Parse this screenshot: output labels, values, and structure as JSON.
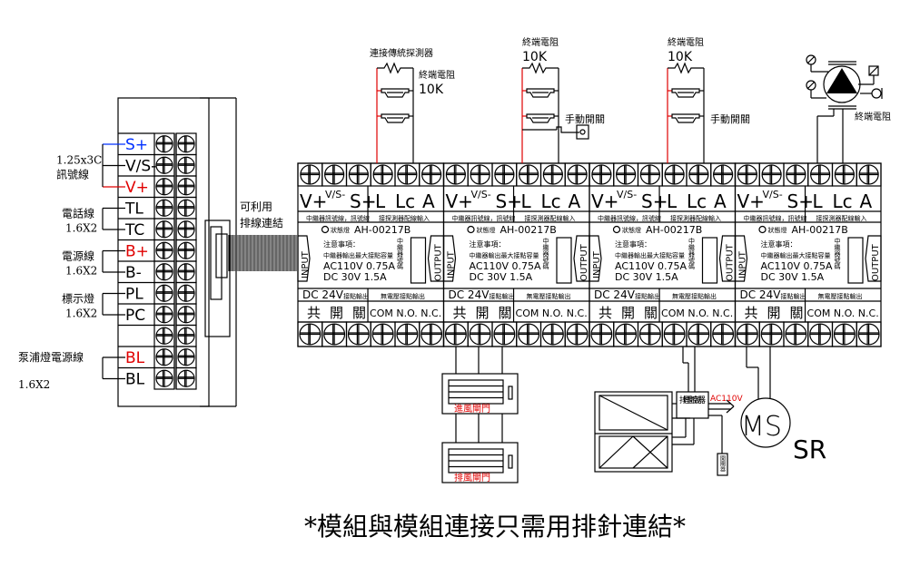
{
  "left_panel": {
    "terminals": [
      {
        "label": "S+",
        "color": "#0030ff"
      },
      {
        "label": "V/S-",
        "color": "#000000"
      },
      {
        "label": "V+",
        "color": "#e00000"
      },
      {
        "label": "TL",
        "color": "#000000"
      },
      {
        "label": "TC",
        "color": "#000000"
      },
      {
        "label": "B+",
        "color": "#e00000"
      },
      {
        "label": "B-",
        "color": "#000000"
      },
      {
        "label": "PL",
        "color": "#000000"
      },
      {
        "label": "PC",
        "color": "#000000"
      },
      {
        "label": "",
        "color": "#000000"
      },
      {
        "label": "BL",
        "color": "#e00000"
      },
      {
        "label": "BL",
        "color": "#000000"
      }
    ],
    "wire_groups": [
      {
        "line1": "1.25x3C",
        "line2": "訊號線"
      },
      {
        "line1": "電話線",
        "line2": "1.6X2"
      },
      {
        "line1": "電源線",
        "line2": "1.6X2"
      },
      {
        "line1": "標示燈",
        "line2": "1.6X2"
      },
      {
        "line1": "泵浦燈電源線",
        "line2": "1.6X2"
      }
    ],
    "ribbon_label_1": "可利用",
    "ribbon_label_2": "排線連結"
  },
  "module": {
    "top_labels": [
      "V+",
      "V/S-",
      "S+",
      "L",
      "Lc",
      "A"
    ],
    "sub_label_left": "中繼器訊號線，訊號線",
    "sub_label_right": "接探測器配線輸入",
    "status_lamp": "狀態燈",
    "model": "AH-00217B",
    "notice_title": "注意事項：",
    "notice_line": "中繼器輸出最大接點容量",
    "rating_ac": "AC110V  0.75A",
    "rating_dc": "DC  30V  1.5A",
    "vertical_label": "中繼器號碼",
    "input_label": "INPUT",
    "output_label": "OUTPUT",
    "dc_label": "DC  24V",
    "dc_sub": "接點輸出",
    "dry_contact": "無電壓接點輸出",
    "common_open_close": [
      "共",
      "開",
      "關"
    ],
    "contacts": "COM N.O. N.C."
  },
  "field_devices": {
    "detector_title": "連接傳統探測器",
    "end_resistor": "終端電阻",
    "resistor_value": "10K",
    "manual_switch": "手動開關",
    "intake_damper": "進風閘門",
    "exhaust_damper": "排風閘門",
    "window_controller": "排煙窗控制器",
    "ac_label": "AC110V",
    "switch_small": "開關器",
    "motor": "MS",
    "motor_tag": "SR"
  },
  "colors": {
    "signal_positive": "#0030ff",
    "power_positive": "#e00000",
    "wire": "#000000"
  },
  "footer": "*模組與模組連接只需用排針連結*"
}
